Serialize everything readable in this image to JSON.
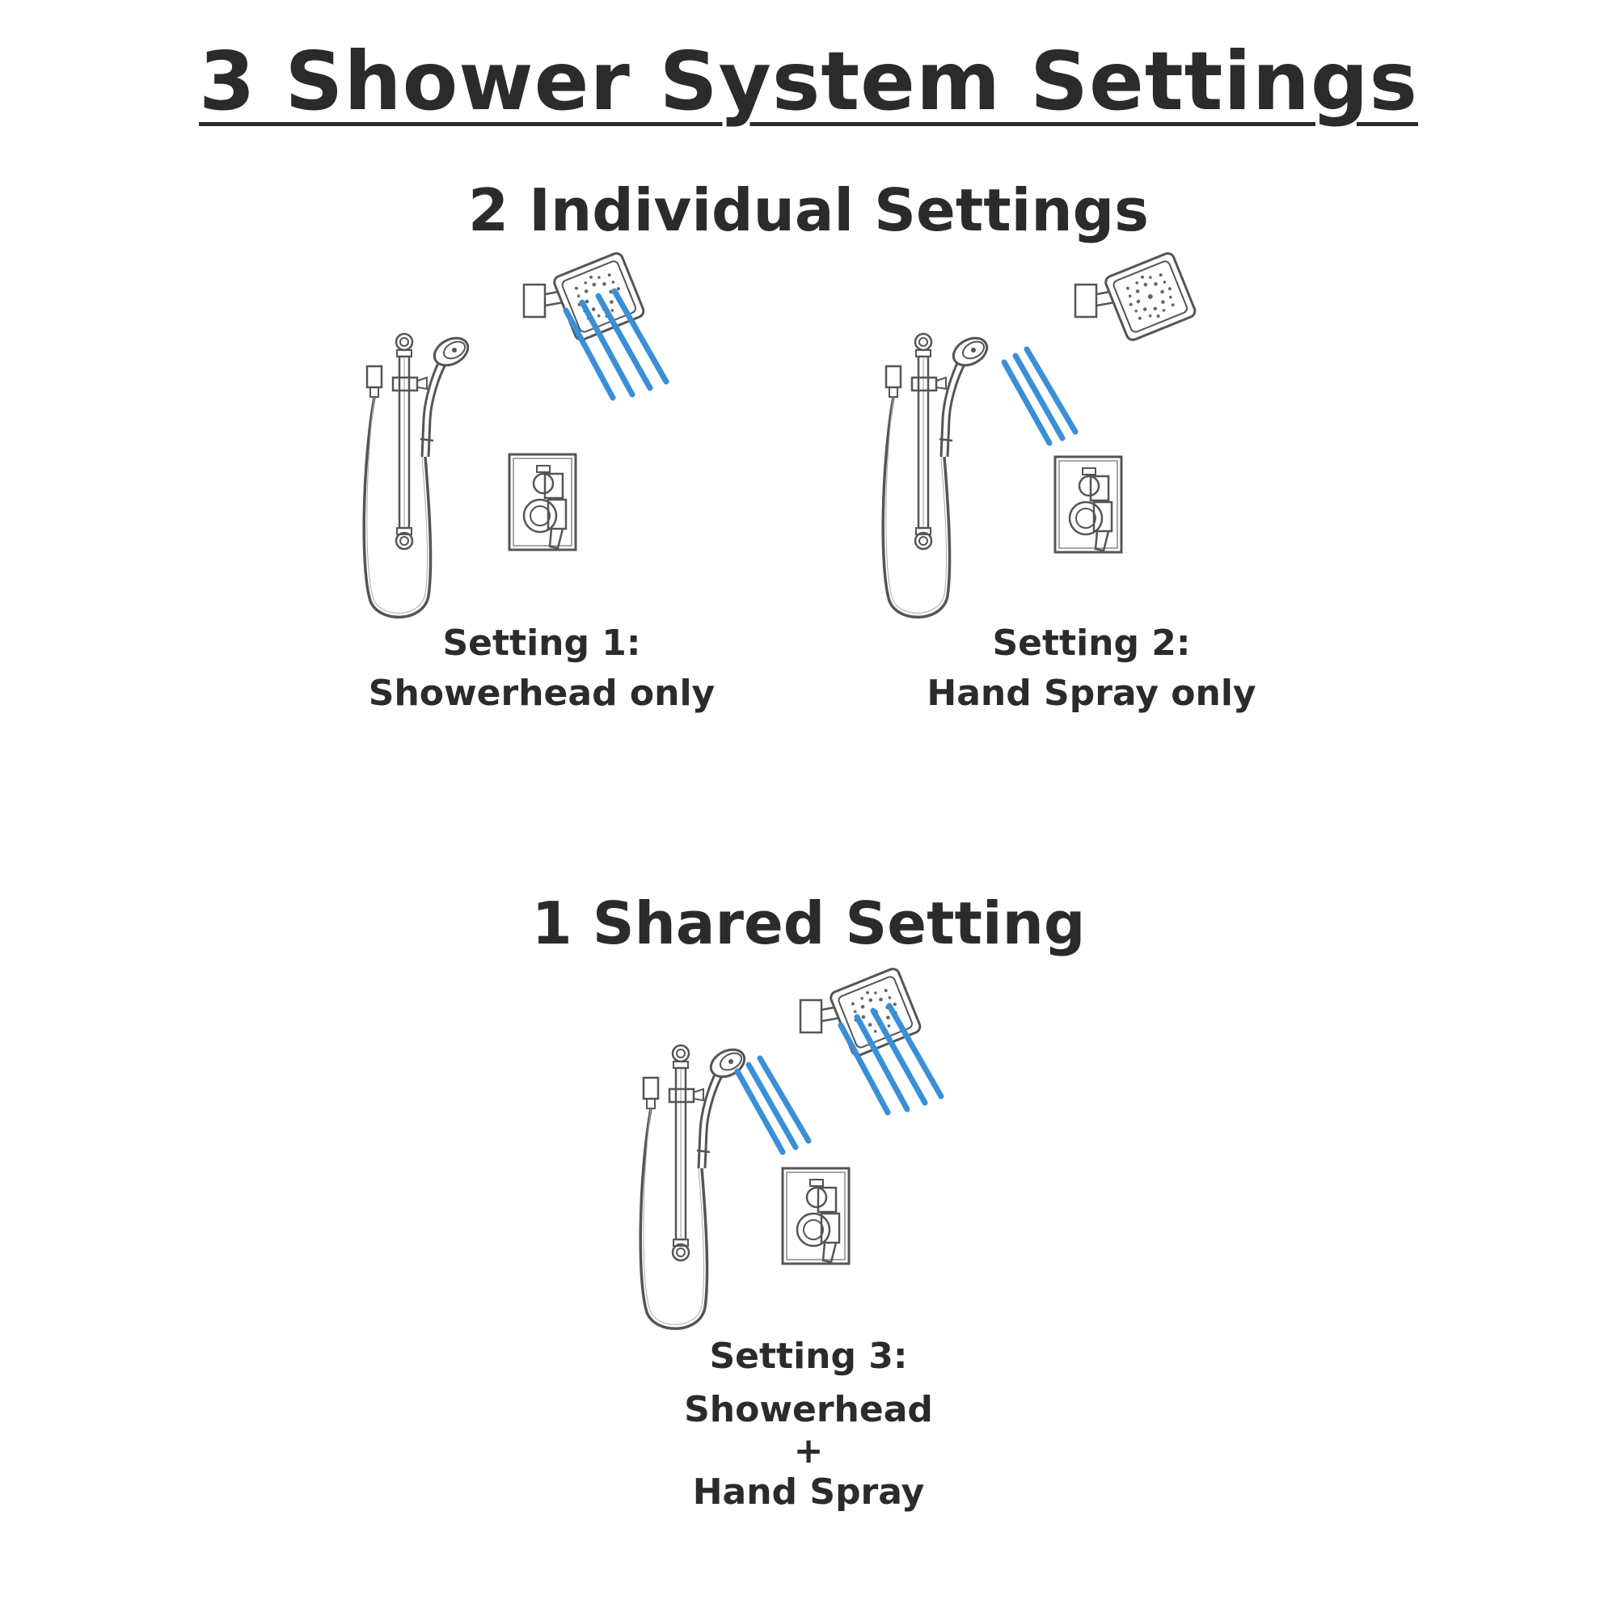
{
  "title": "3 Shower System Settings",
  "sections": {
    "individual": {
      "heading": "2 Individual Settings",
      "settings": [
        {
          "label": "Setting 1:",
          "description": "Showerhead only",
          "active_outputs": [
            "showerhead"
          ]
        },
        {
          "label": "Setting 2:",
          "description": "Hand Spray only",
          "active_outputs": [
            "hand-spray"
          ]
        }
      ]
    },
    "shared": {
      "heading": "1 Shared Setting",
      "setting": {
        "label": "Setting 3:",
        "line1": "Showerhead",
        "plus": "+",
        "line2": "Hand Spray",
        "active_outputs": [
          "showerhead",
          "hand-spray"
        ]
      }
    }
  },
  "colors": {
    "water": "#3a8fd6",
    "line_art": "#555555",
    "text": "#2b2b2b"
  },
  "icons": [
    "showerhead-icon",
    "hand-spray-icon",
    "slide-bar-icon",
    "valve-trim-icon",
    "water-spray-icon"
  ]
}
